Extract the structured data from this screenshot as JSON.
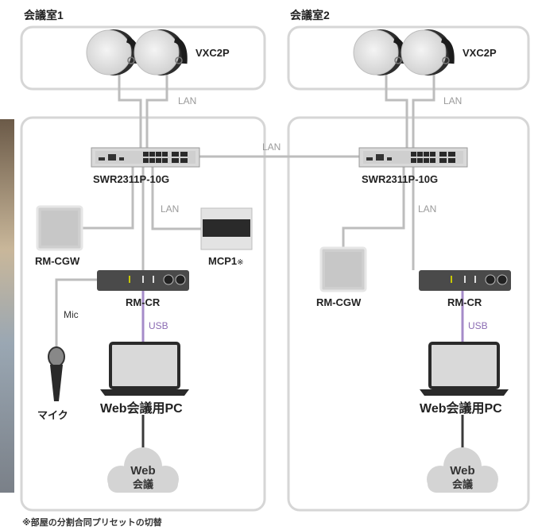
{
  "rooms": [
    {
      "title": "会議室1",
      "speaker_label": "VXC2P",
      "lan_speakers": "LAN",
      "switch_label": "SWR2311P-10G",
      "lan_mcp": "LAN",
      "rmcgw_label": "RM-CGW",
      "mcp_label": "MCP1",
      "mcp_mark": "※",
      "rmcr_label": "RM-CR",
      "mic_link": "Mic",
      "mic_label": "マイク",
      "usb_label": "USB",
      "pc_label": "Web会議用PC",
      "cloud_line1": "Web",
      "cloud_line2": "会議"
    },
    {
      "title": "会議室2",
      "speaker_label": "VXC2P",
      "lan_speakers": "LAN",
      "switch_label": "SWR2311P-10G",
      "lan_rmcgw": "LAN",
      "rmcgw_label": "RM-CGW",
      "rmcr_label": "RM-CR",
      "usb_label": "USB",
      "pc_label": "Web会議用PC",
      "cloud_line1": "Web",
      "cloud_line2": "会議"
    }
  ],
  "inter_switch_link": "LAN",
  "footnote": "※部屋の分割合同プリセットの切替",
  "colors": {
    "link": "#bdbdbd",
    "usb": "#a58bc9",
    "frame": "#d6d6d6",
    "device_dark": "#3a3a3a"
  },
  "icons": [
    "ceiling-speaker-icon",
    "network-switch-icon",
    "gateway-icon",
    "control-panel-icon",
    "audio-processor-icon",
    "microphone-icon",
    "laptop-icon",
    "cloud-icon"
  ]
}
